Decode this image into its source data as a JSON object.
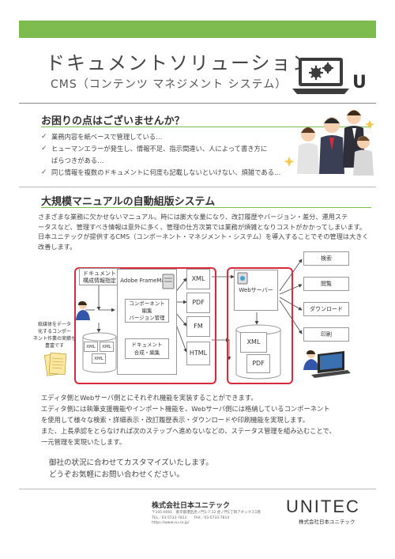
{
  "header": {
    "title": "ドキュメントソリューション",
    "subtitle": "CMS（コンテンツ マネジメント システム）",
    "badge_letter": "U"
  },
  "section1": {
    "title": "お困りの点はございませんか？",
    "bullets": [
      "業務内容を紙ベースで管理している…",
      "ヒューマンエラーが発生し、情報不足、指示間違い、人によって書き方に",
      "ばらつきがある…",
      "同じ情報を複数のドキュメントに何度も記載しないといけない、煩雑である…"
    ]
  },
  "section2": {
    "title": "大規模マニュアルの自動組版システム",
    "intro": [
      "さまざまな業務に欠かせないマニュアル。時には膨大な量になり、改訂履歴やバージョン・差分、運用ステ",
      "ータスなど、管理すべき情報は意外に多く、管理の仕方次第では業務が煩雑となりコストがかかってしまいます。",
      "日本ユニテックが提供するCMS（コンポーネント・マネジメント・システム）を導入することでその管理は大きく",
      "改善します。"
    ]
  },
  "diagram": {
    "doc_spec": "ドキュメント\n構成情報指定",
    "framemaker": "Adobe FrameMaker",
    "component_box": "コンポーネント\n編集\nバージョン管理",
    "compose_box": "ドキュメント\n合成・編集",
    "xml": "XML",
    "pdf": "PDF",
    "fm": "FM",
    "html": "HTML",
    "paper_note": "紙媒体をデータ\n化するコンポー\nネント作業の実績も\n豊富です",
    "web_server": "Webサーバー",
    "outputs": [
      "検索",
      "閲覧",
      "ダウンロード",
      "印刷"
    ]
  },
  "body": [
    "エディタ側とWebサーバ側とにそれぞれ機能を実装することができます。",
    "エディタ側には執筆支援機能やインポート機能を、Webサーバ側には格納しているコンポーネント",
    "を使用して様々な検索・詳細表示・改訂履歴表示・ダウンロードや印刷機能を実現します。",
    "また、上長承認をとらなければ次のステップへ進めないなどの、ステータス管理を組み込むことで、",
    "一元管理を実現いたします。"
  ],
  "closing": [
    "御社の状況に合わせてカスタマイズいたします。",
    "どうぞお気軽にお問い合わせください。"
  ],
  "footer": {
    "company": "株式会社日本ユニテック",
    "address": "〒105-0001　東京都港区虎ノ門1-7-12 虎ノ門1丁目アネックス1階",
    "tel": "TEL／03-5733-7811　　FAX／03-5733-7814",
    "url": "https://www.nu.co.jp/",
    "logo": "UNITEC",
    "logo_sub": "株式会社日本ユニテック"
  },
  "colors": {
    "accent": "#7dbb4e",
    "frame": "#d82a3a"
  }
}
